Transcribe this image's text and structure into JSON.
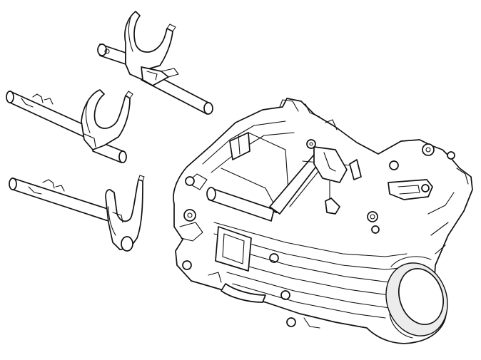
{
  "diagram": {
    "colors": {
      "background": "#ffffff",
      "line": "#111111",
      "shade": "#ececec"
    },
    "parts": [
      {
        "name": "shift-fork-rail-upper"
      },
      {
        "name": "shift-fork-rail-middle"
      },
      {
        "name": "shift-fork-rail-lower"
      },
      {
        "name": "gearbox-housing"
      }
    ]
  }
}
